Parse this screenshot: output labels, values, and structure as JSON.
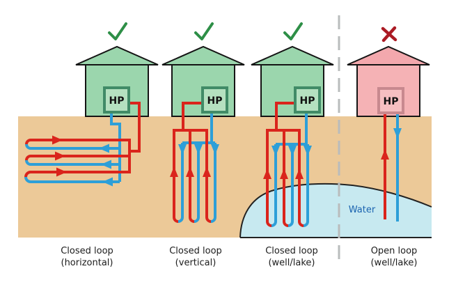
{
  "water_label": "Water",
  "systems": [
    {
      "name": "closed-loop-horizontal",
      "status_icon": "check-icon",
      "hp_label": "HP",
      "caption_line1": "Closed loop",
      "caption_line2": "(horizontal)"
    },
    {
      "name": "closed-loop-vertical",
      "status_icon": "check-icon",
      "hp_label": "HP",
      "caption_line1": "Closed loop",
      "caption_line2": "(vertical)"
    },
    {
      "name": "closed-loop-well-lake",
      "status_icon": "check-icon",
      "hp_label": "HP",
      "caption_line1": "Closed loop",
      "caption_line2": "(well/lake)"
    },
    {
      "name": "open-loop-well-lake",
      "status_icon": "x-icon",
      "hp_label": "HP",
      "caption_line1": "Open loop",
      "caption_line2": "(well/lake)"
    }
  ],
  "colors": {
    "hot_pipe_red": "#da241c",
    "cold_pipe_blue": "#2d9fd8",
    "approved_house_green": "#9bd6ad",
    "hp_box_green_fill": "#b5e1c0",
    "hp_box_green_border": "#418b67",
    "rejected_house_pink": "#f5b2b5",
    "rejected_roof_pink": "#f3a8ad",
    "hp_box_pink_fill": "#f6bfc1",
    "hp_box_pink_border": "#c8898f",
    "ground_tan": "#ecc998",
    "water_blue": "#c7e9f0",
    "check_green": "#2e8f47",
    "cross_red": "#ab1b24",
    "divider_gray": "#b9bcbc",
    "water_text_blue": "#1a63b0"
  }
}
